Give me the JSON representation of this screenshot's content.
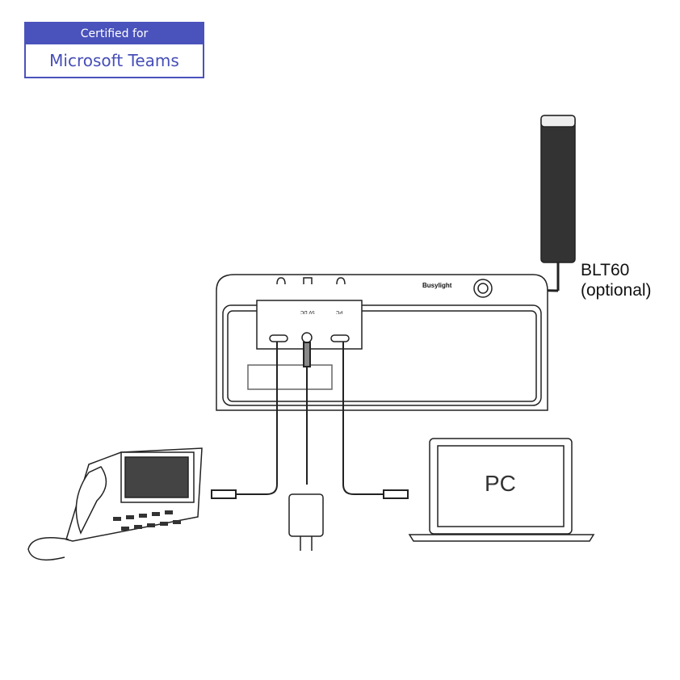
{
  "badge": {
    "top": "Certified for",
    "bottom": "Microsoft Teams",
    "color": "#4a52bb"
  },
  "device": {
    "busylight_label": "Busylight",
    "port_dc_label": "5V DC",
    "port_pc_label": "PC"
  },
  "light": {
    "name": "BLT60",
    "note": "(optional)"
  },
  "laptop": {
    "label": "PC"
  }
}
